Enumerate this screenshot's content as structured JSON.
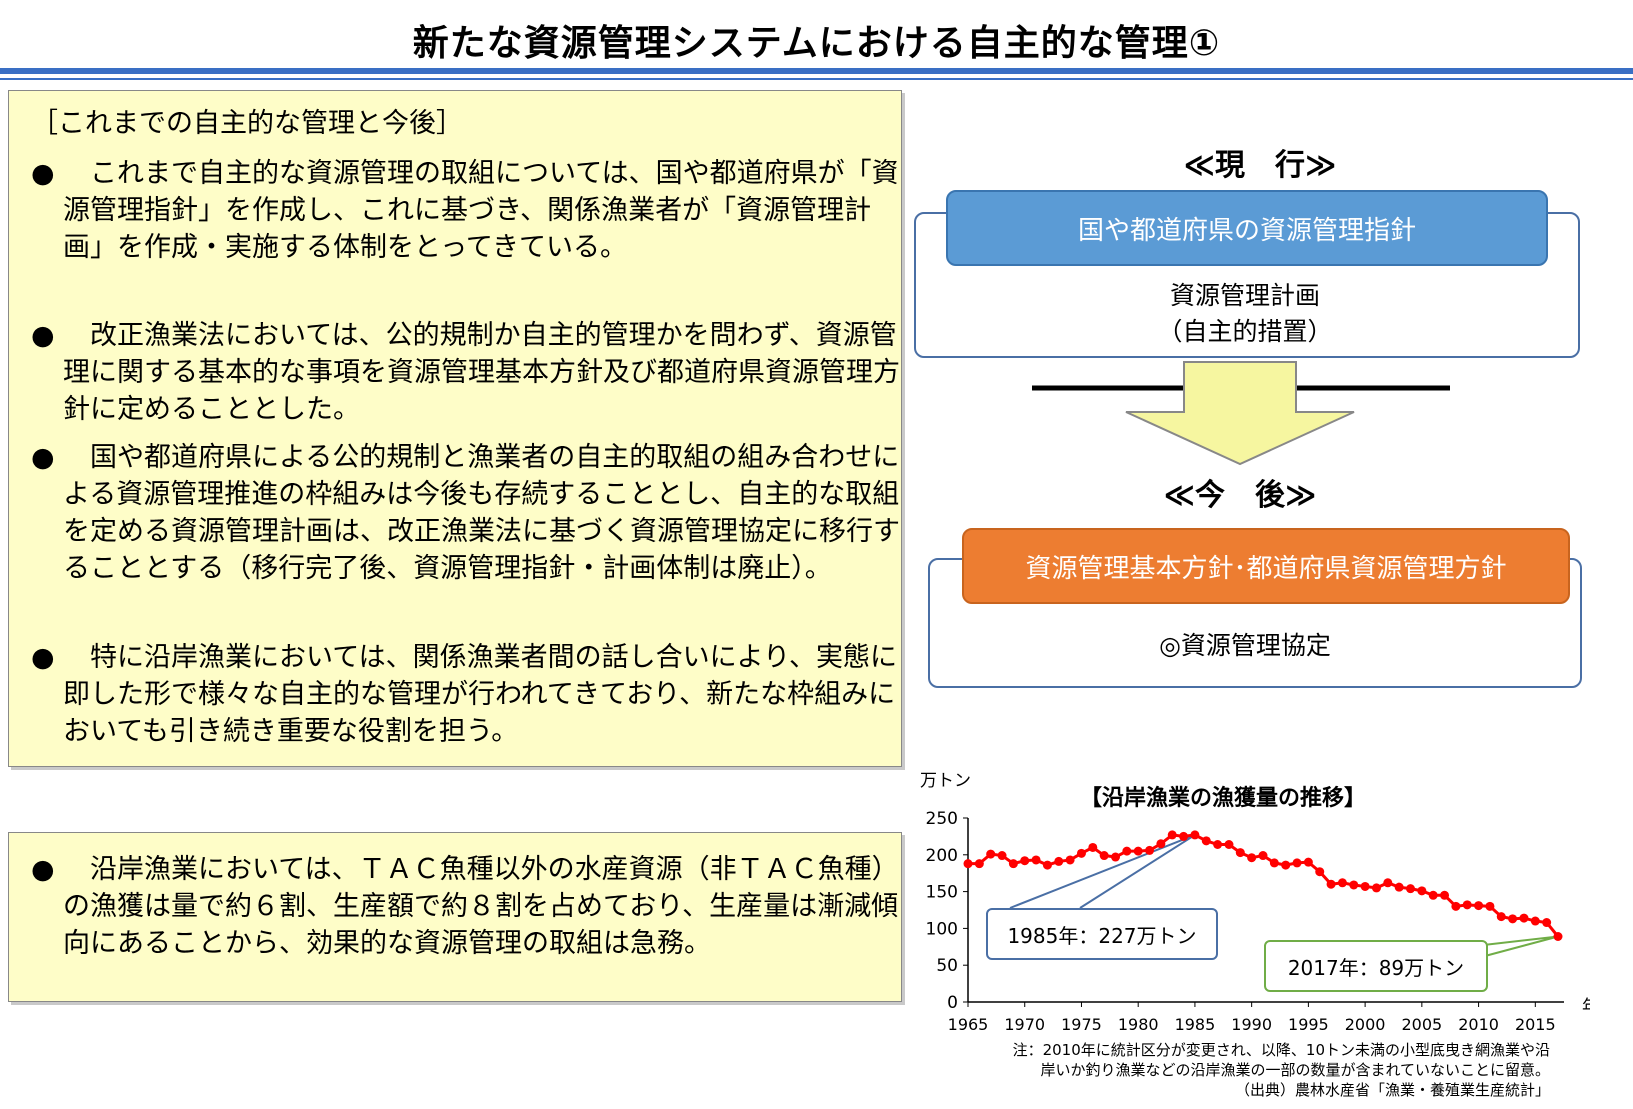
{
  "page": {
    "title": "新たな資源管理システムにおける自主的な管理①"
  },
  "left_box": {
    "heading": "［これまでの自主的な管理と今後］",
    "bullet_symbol": "●",
    "bullets": [
      "　これまで自主的な資源管理の取組については、国や都道府県が「資源管理指針」を作成し、これに基づき、関係漁業者が「資源管理計画」を作成・実施する体制をとってきている。",
      "　改正漁業法においては、公的規制か自主的管理かを問わず、資源管理に関する基本的な事項を資源管理基本方針及び都道府県資源管理方針に定めることとした。",
      "　国や都道府県による公的規制と漁業者の自主的取組の組み合わせによる資源管理推進の枠組みは今後も存続することとし、自主的な取組を定める資源管理計画は、改正漁業法に基づく資源管理協定に移行することとする（移行完了後、資源管理指針・計画体制は廃止）。",
      "　特に沿岸漁業においては、関係漁業者間の話し合いにより、実態に即した形で様々な自主的な管理が行われてきており、新たな枠組みにおいても引き続き重要な役割を担う。"
    ]
  },
  "bottom_box": {
    "bullet": "　沿岸漁業においては、ＴＡＣ魚種以外の水産資源（非ＴＡＣ魚種）の漁獲は量で約６割、生産額で約８割を占めており、生産量は漸減傾向にあることから、効果的な資源管理の取組は急務。"
  },
  "diagram": {
    "current_header": "≪現　行≫",
    "current_pill": "国や都道府県の資源管理指針",
    "current_text_1": "資源管理計画",
    "current_text_2": "（自主的措置）",
    "future_header": "≪今　後≫",
    "future_pill": "資源管理基本方針･都道府県資源管理方針",
    "future_text": "◎資源管理協定",
    "colors": {
      "blue_pill": "#5b9bd5",
      "orange_pill": "#ed7d31",
      "arrow_fill": "#f6f6a0"
    }
  },
  "chart_data": {
    "type": "line",
    "title": "【沿岸漁業の漁獲量の推移】",
    "ylabel": "万トン",
    "xlabel": "年",
    "ylim": [
      0,
      250
    ],
    "xlim": [
      1965,
      2017
    ],
    "y_ticks": [
      0,
      50,
      100,
      150,
      200,
      250
    ],
    "x_ticks": [
      1965,
      1970,
      1975,
      1980,
      1985,
      1990,
      1995,
      2000,
      2005,
      2010,
      2015
    ],
    "grid": false,
    "color": "#ff0000",
    "x": [
      1965,
      1966,
      1967,
      1968,
      1969,
      1970,
      1971,
      1972,
      1973,
      1974,
      1975,
      1976,
      1977,
      1978,
      1979,
      1980,
      1981,
      1982,
      1983,
      1984,
      1985,
      1986,
      1987,
      1988,
      1989,
      1990,
      1991,
      1992,
      1993,
      1994,
      1995,
      1996,
      1997,
      1998,
      1999,
      2000,
      2001,
      2002,
      2003,
      2004,
      2005,
      2006,
      2007,
      2008,
      2009,
      2010,
      2011,
      2012,
      2013,
      2014,
      2015,
      2016,
      2017
    ],
    "values": [
      188,
      188,
      201,
      199,
      188,
      192,
      193,
      186,
      191,
      193,
      202,
      210,
      199,
      197,
      205,
      205,
      206,
      215,
      227,
      225,
      227,
      219,
      214,
      214,
      203,
      196,
      199,
      189,
      186,
      189,
      190,
      177,
      160,
      162,
      159,
      157,
      155,
      162,
      156,
      154,
      151,
      145,
      145,
      130,
      132,
      131,
      130,
      116,
      113,
      114,
      110,
      108,
      89
    ],
    "annotations": [
      {
        "label": "1985年：227万トン",
        "x": 1985,
        "y": 227
      },
      {
        "label": "2017年：89万トン",
        "x": 2017,
        "y": 89
      }
    ],
    "note_1": "注：2010年に統計区分が変更され、以降、10トン未満の小型底曳き網漁業や沿",
    "note_2": "岸いか釣り漁業などの沿岸漁業の一部の数量が含まれていないことに留意。",
    "source": "（出典）農林水産省「漁業・養殖業生産統計」"
  }
}
